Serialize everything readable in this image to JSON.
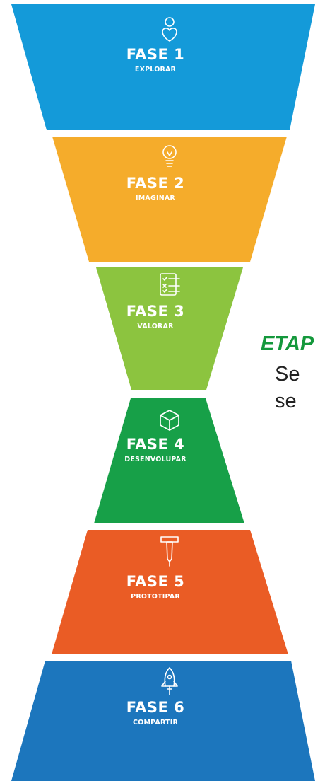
{
  "phases": [
    {
      "title": "FASE 1",
      "subtitle": "EXPLORAR",
      "color": "#149ad9",
      "icon": "person-heart-icon"
    },
    {
      "title": "FASE 2",
      "subtitle": "IMAGINAR",
      "color": "#f5ac2b",
      "icon": "lightbulb-icon"
    },
    {
      "title": "FASE 3",
      "subtitle": "VALORAR",
      "color": "#8cc43f",
      "icon": "checklist-icon"
    },
    {
      "title": "FASE 4",
      "subtitle": "DESENVOLUPAR",
      "color": "#17a048",
      "icon": "cube-icon"
    },
    {
      "title": "FASE 5",
      "subtitle": "PROTOTIPAR",
      "color": "#ea5c25",
      "icon": "hammer-icon"
    },
    {
      "title": "FASE 6",
      "subtitle": "COMPARTIR",
      "color": "#1c76bd",
      "icon": "rocket-icon"
    }
  ],
  "side_text": {
    "heading": "ETAP",
    "line1": "Se",
    "line2": "se"
  }
}
